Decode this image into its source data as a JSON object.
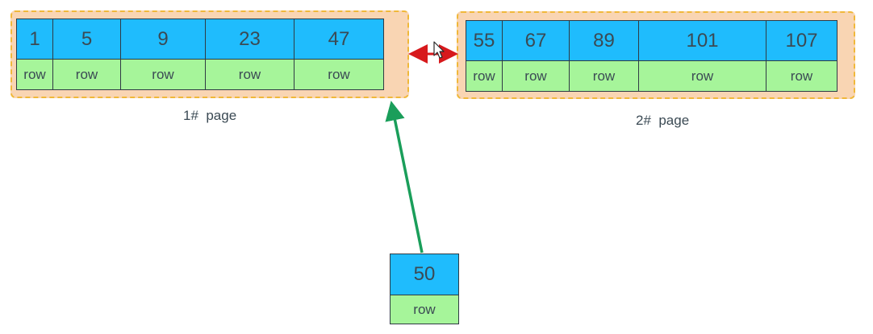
{
  "pages": [
    {
      "label": "1#  page",
      "entries": [
        {
          "key": "1",
          "row": "row"
        },
        {
          "key": "5",
          "row": "row"
        },
        {
          "key": "9",
          "row": "row"
        },
        {
          "key": "23",
          "row": "row"
        },
        {
          "key": "47",
          "row": "row"
        }
      ]
    },
    {
      "label": "2#  page",
      "entries": [
        {
          "key": "55",
          "row": "row"
        },
        {
          "key": "67",
          "row": "row"
        },
        {
          "key": "89",
          "row": "row"
        },
        {
          "key": "101",
          "row": "row"
        },
        {
          "key": "107",
          "row": "row"
        }
      ]
    }
  ],
  "new_record": {
    "key": "50",
    "row": "row"
  },
  "colors": {
    "page_fill": "#f9d5b3",
    "page_border": "#f0b83a",
    "key_fill": "#1fbcfd",
    "row_fill": "#a6f59a",
    "link_arrow": "#d7191c",
    "insert_arrow": "#1a9e5a"
  },
  "icons": {
    "cursor": "mouse-pointer-icon"
  }
}
